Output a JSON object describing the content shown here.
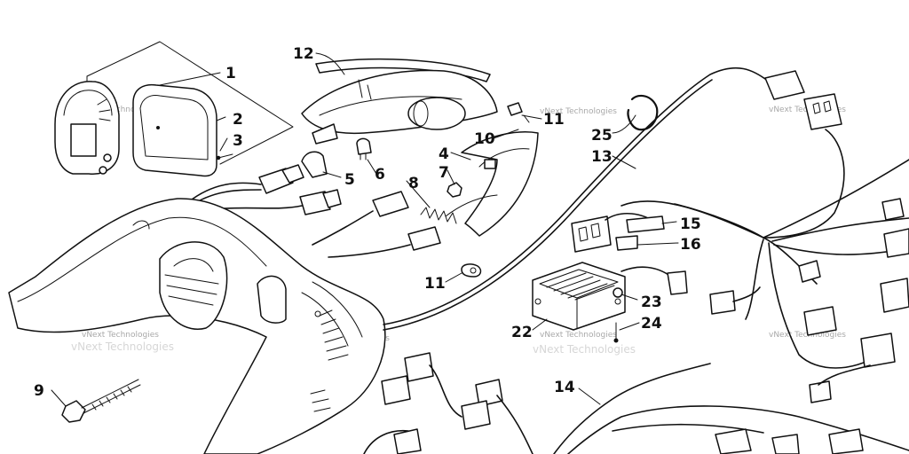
{
  "watermark": "vNext Technologies",
  "callouts": [
    {
      "label": "1"
    },
    {
      "label": "2"
    },
    {
      "label": "3"
    },
    {
      "label": "4"
    },
    {
      "label": "5"
    },
    {
      "label": "6"
    },
    {
      "label": "7"
    },
    {
      "label": "8"
    },
    {
      "label": "9"
    },
    {
      "label": "10"
    },
    {
      "label": "11"
    },
    {
      "label": "11"
    },
    {
      "label": "12"
    },
    {
      "label": "13"
    },
    {
      "label": "14"
    },
    {
      "label": "15"
    },
    {
      "label": "16"
    },
    {
      "label": "22"
    },
    {
      "label": "23"
    },
    {
      "label": "24"
    },
    {
      "label": "25"
    }
  ]
}
